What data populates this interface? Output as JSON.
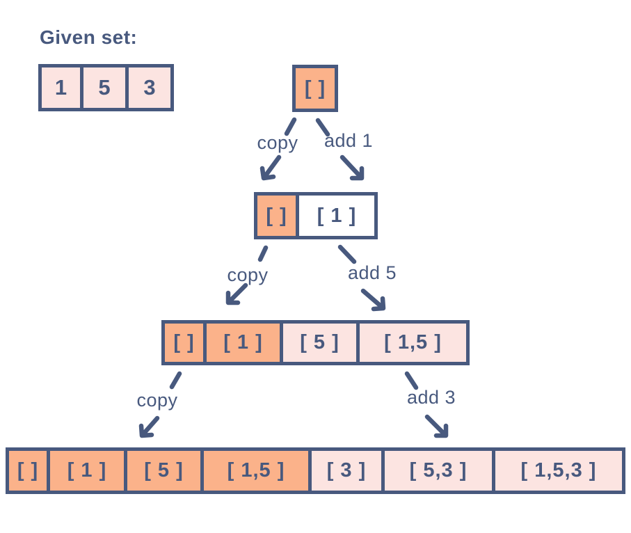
{
  "title": "Given set:",
  "colors": {
    "ink": "#48597e",
    "orange": "#fbb28a",
    "pink": "#fce4e1",
    "white": "#ffffff",
    "bg": "#ffffff"
  },
  "given_set": {
    "cells": [
      "1",
      "5",
      "3"
    ]
  },
  "levels": [
    {
      "name": "level-0",
      "cells": [
        {
          "label": "[ ]",
          "fill": "orange"
        }
      ]
    },
    {
      "name": "level-1",
      "cells": [
        {
          "label": "[ ]",
          "fill": "orange"
        },
        {
          "label": "[ 1 ]",
          "fill": "white"
        }
      ]
    },
    {
      "name": "level-2",
      "cells": [
        {
          "label": "[ ]",
          "fill": "orange"
        },
        {
          "label": "[ 1 ]",
          "fill": "orange"
        },
        {
          "label": "[ 5 ]",
          "fill": "pink"
        },
        {
          "label": "[ 1,5 ]",
          "fill": "pink"
        }
      ]
    },
    {
      "name": "level-3",
      "cells": [
        {
          "label": "[ ]",
          "fill": "orange"
        },
        {
          "label": "[ 1 ]",
          "fill": "orange"
        },
        {
          "label": "[ 5 ]",
          "fill": "orange"
        },
        {
          "label": "[ 1,5 ]",
          "fill": "orange"
        },
        {
          "label": "[ 3 ]",
          "fill": "pink"
        },
        {
          "label": "[ 5,3 ]",
          "fill": "pink"
        },
        {
          "label": "[ 1,5,3 ]",
          "fill": "pink"
        }
      ]
    }
  ],
  "edges": [
    {
      "copy": "copy",
      "add": "add 1"
    },
    {
      "copy": "copy",
      "add": "add 5"
    },
    {
      "copy": "copy",
      "add": "add 3"
    }
  ]
}
